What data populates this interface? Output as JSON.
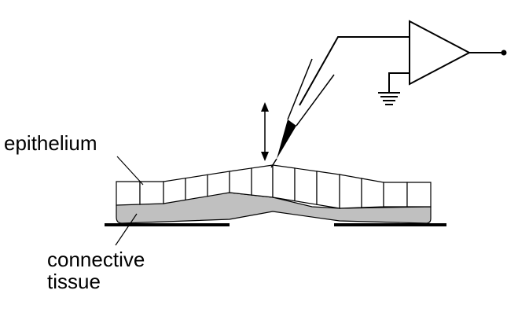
{
  "labels": {
    "epithelium": "epithelium",
    "connective_tissue_line1": "connective",
    "connective_tissue_line2": "tissue"
  },
  "colors": {
    "stroke": "#000000",
    "connective_fill": "#c0c0c0",
    "cell_fill": "#ffffff",
    "background": "#ffffff"
  },
  "icons": {
    "amplifier": "triangle-amplifier-icon",
    "ground": "ground-symbol-icon",
    "electrode": "microelectrode-icon",
    "motion": "double-arrow-icon"
  }
}
